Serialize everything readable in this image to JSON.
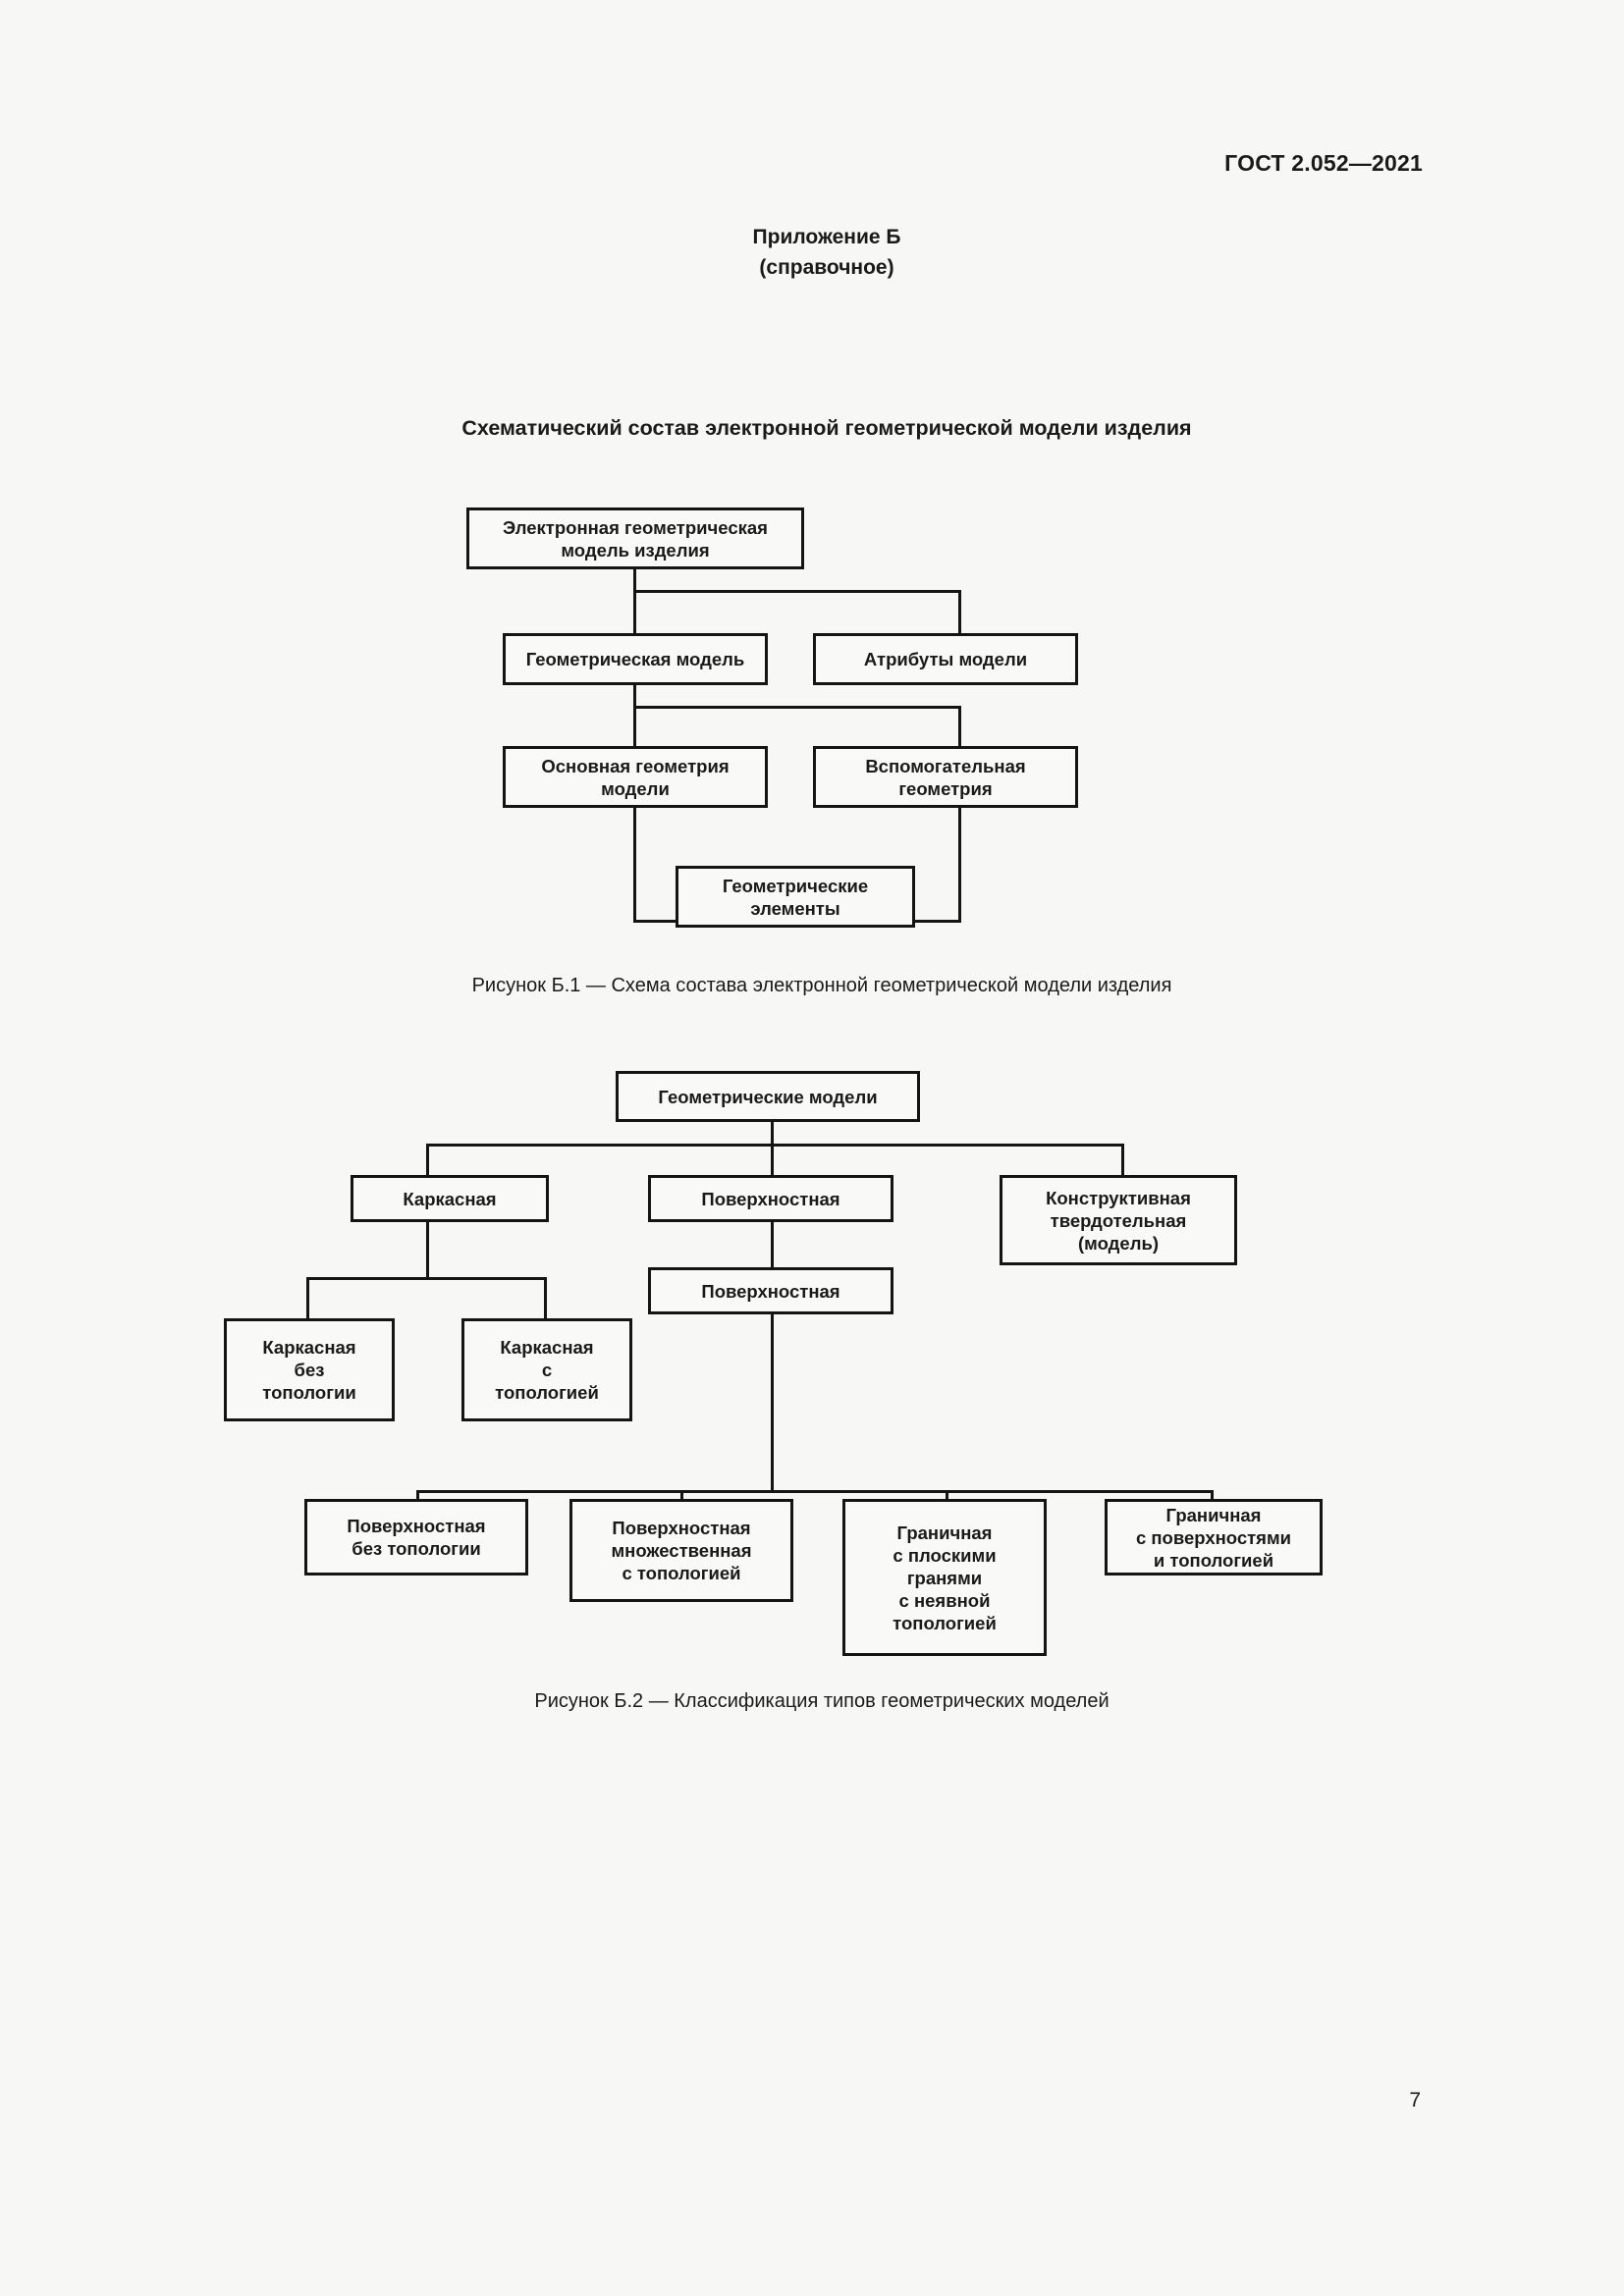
{
  "header": {
    "standard_id": "ГОСТ 2.052—2021"
  },
  "annex": {
    "line1": "Приложение Б",
    "line2": "(справочное)"
  },
  "section": {
    "heading": "Схематический состав электронной геометрической модели изделия"
  },
  "figure1": {
    "caption": "Рисунок Б.1 — Схема состава электронной геометрической модели изделия",
    "boxes": {
      "root": "Электронная геометрическая\nмодель изделия",
      "geometric_model": "Геометрическая модель",
      "model_attributes": "Атрибуты модели",
      "main_geometry": "Основная геометрия\nмодели",
      "auxiliary_geometry": "Вспомогательная\nгеометрия",
      "geometric_elements": "Геометрические\nэлементы"
    }
  },
  "figure2": {
    "caption": "Рисунок Б.2 — Классификация типов геометрических моделей",
    "boxes": {
      "root": "Геометрические модели",
      "wireframe": "Каркасная",
      "surface": "Поверхностная",
      "solid": "Конструктивная\nтвердотельная\n(модель)",
      "surface2": "Поверхностная",
      "wireframe_no_topology": "Каркасная\nбез\nтопологии",
      "wireframe_with_topology": "Каркасная\nс\nтопологией",
      "surface_no_topology": "Поверхностная\nбез топологии",
      "surface_multiple_topology": "Поверхностная\nмножественная\nс топологией",
      "boundary_planar_implicit": "Граничная\nс плоскими\nгранями\nс неявной\nтопологией",
      "boundary_surfaces_topology": "Граничная\nс поверхностями\nи топологией"
    }
  },
  "footer": {
    "page_number": "7"
  },
  "colors": {
    "page_background": "#f7f7f5",
    "ink": "#141414",
    "box_fill": "#f9f9f7"
  }
}
